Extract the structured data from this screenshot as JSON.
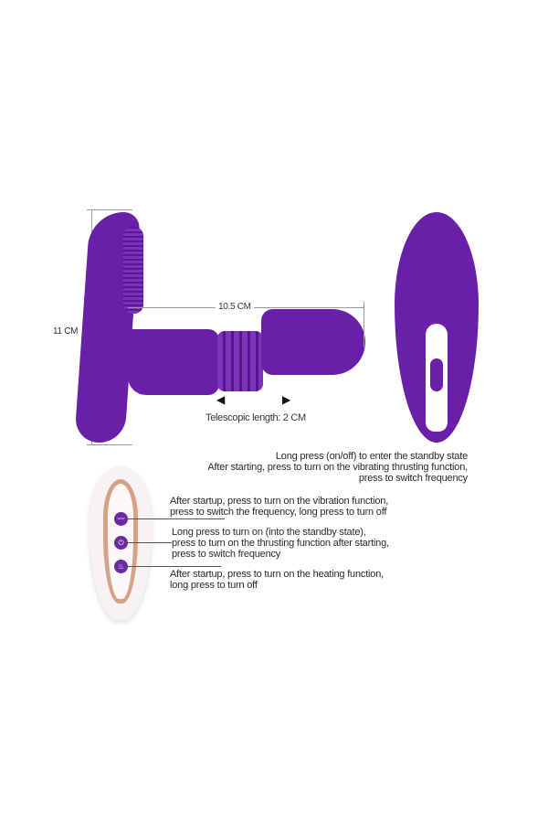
{
  "dimensions": {
    "height": "11 CM",
    "length": "10.5 CM",
    "telescopic": "Telescopic length: 2 CM"
  },
  "side_device": {
    "button_note_lines": [
      "Long press (on/off) to enter the standby state",
      "After starting, press to turn on the vibrating thrusting function,",
      "press to switch frequency"
    ]
  },
  "remote": {
    "buttons": [
      {
        "icon": "wave-icon",
        "glyph": "〰",
        "lines": [
          "After startup, press to turn on the vibration function,",
          "press to switch the frequency, long press to turn off"
        ]
      },
      {
        "icon": "power-icon",
        "glyph": "⏻",
        "lines": [
          "Long press to turn on (into the standby state),",
          "press to turn on the thrusting function after starting,",
          "press to switch frequency"
        ]
      },
      {
        "icon": "flame-icon",
        "glyph": "♨",
        "lines": [
          "After startup, press to turn on the heating function,",
          "long press to turn off"
        ]
      }
    ]
  },
  "colors": {
    "product": "#6a1fa8",
    "accent_rose_gold": "#d9a088"
  }
}
